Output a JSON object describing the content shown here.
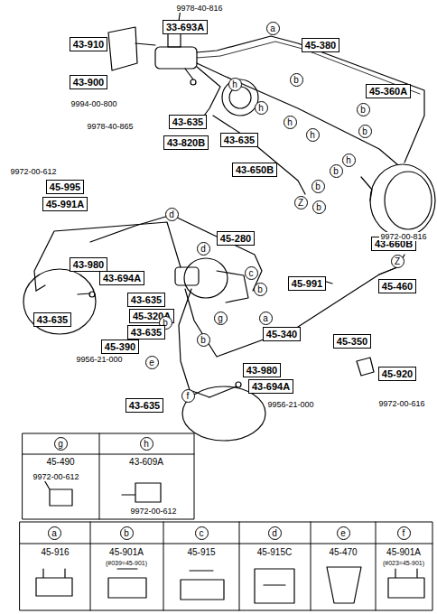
{
  "diagram": {
    "nodes": [
      {
        "text": [
          "33-693A"
        ]
      },
      {
        "text": [
          "43-910"
        ]
      },
      {
        "text": [
          "a"
        ]
      },
      {
        "text": [
          "45-380"
        ]
      },
      {
        "text": [
          "43-900"
        ]
      },
      {
        "text": [
          "b"
        ]
      },
      {
        "text": [
          "h"
        ]
      },
      {
        "text": [
          "45-360A"
        ]
      },
      {
        "text": [
          "h"
        ]
      },
      {
        "text": [
          "b"
        ]
      },
      {
        "text": [
          "h"
        ]
      },
      {
        "text": [
          "43-635"
        ]
      },
      {
        "text": [
          "h"
        ]
      },
      {
        "text": [
          "b"
        ]
      },
      {
        "text": [
          "43-635"
        ]
      },
      {
        "text": [
          "43-820B"
        ]
      },
      {
        "text": [
          "43-650B"
        ]
      },
      {
        "text": [
          "h"
        ]
      },
      {
        "text": [
          "b"
        ]
      },
      {
        "text": [
          "45-995"
        ]
      },
      {
        "text": [
          "b"
        ]
      },
      {
        "text": [
          "45-991A"
        ]
      },
      {
        "text": [
          "Z"
        ]
      },
      {
        "text": [
          "b"
        ]
      },
      {
        "text": [
          "d"
        ]
      },
      {
        "text": [
          "43-660B"
        ]
      },
      {
        "text": [
          "45-280"
        ]
      },
      {
        "text": [
          "d"
        ]
      },
      {
        "text": [
          "43-980"
        ]
      },
      {
        "text": [
          "Z"
        ]
      },
      {
        "text": [
          "43-694A"
        ]
      },
      {
        "text": [
          "c"
        ]
      },
      {
        "text": [
          "45-991"
        ]
      },
      {
        "text": [
          "45-460"
        ]
      },
      {
        "text": [
          "b"
        ]
      },
      {
        "text": [
          "43-635"
        ]
      },
      {
        "text": [
          "45-320A"
        ]
      },
      {
        "text": [
          "43-635"
        ]
      },
      {
        "text": [
          "g"
        ]
      },
      {
        "text": [
          "a"
        ]
      },
      {
        "text": [
          "45-340"
        ]
      },
      {
        "text": [
          "b"
        ]
      },
      {
        "text": [
          "43-635"
        ]
      },
      {
        "text": [
          "45-390"
        ]
      },
      {
        "text": [
          "b"
        ]
      },
      {
        "text": [
          "45-350"
        ]
      },
      {
        "text": [
          "e"
        ]
      },
      {
        "text": [
          "43-980"
        ]
      },
      {
        "text": [
          "45-920"
        ]
      },
      {
        "text": [
          "43-694A"
        ]
      },
      {
        "text": [
          "f"
        ]
      },
      {
        "text": [
          "43-635"
        ]
      },
      {
        "text": [
          "g"
        ]
      },
      {
        "text": [
          "h"
        ]
      },
      {
        "text": [
          "a"
        ]
      },
      {
        "text": [
          "b"
        ]
      },
      {
        "text": [
          "c"
        ]
      },
      {
        "text": [
          "d"
        ]
      },
      {
        "text": [
          "e"
        ]
      },
      {
        "text": [
          "f"
        ]
      }
    ],
    "labels": [
      "9978-40-816",
      "9994-00-800",
      "9978-40-865",
      "9972-00-612",
      "9972-00-816",
      "9956-21-000",
      "9956-21-000",
      "9972-00-616",
      "45-490",
      "43-609A",
      "9972-00-612",
      "9972-00-612",
      "45-916",
      "45-901A",
      "(#039=45-901)",
      "45-915",
      "45-915C",
      "45-470",
      "45-901A",
      "(#023=45-901)"
    ]
  }
}
